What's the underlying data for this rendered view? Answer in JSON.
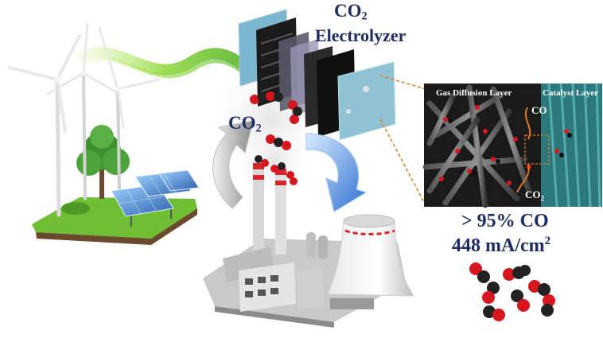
{
  "labels": {
    "electrolyzer_formula": "CO",
    "electrolyzer_subscript": "2",
    "electrolyzer_word": "Electrolyzer",
    "input_formula": "CO",
    "input_subscript": "2",
    "selectivity": "> 95%  CO",
    "current_density_value": "448 mA/cm",
    "current_density_superscript": "2"
  },
  "inset": {
    "left_label": "Gas Diffusion Layer",
    "right_label": "Catalyst Layer",
    "product_label": "CO",
    "reactant_formula": "CO",
    "reactant_subscript": "2"
  },
  "colors": {
    "label_navy": "#1d2c63",
    "arrow_blue": "#3d7fd8",
    "arrow_grey": "#9a9a9a",
    "wave_green": "#7fd12a",
    "oxygen_red": "#d8161d",
    "carbon_black": "#222222",
    "leader_orange": "#e07b22"
  }
}
